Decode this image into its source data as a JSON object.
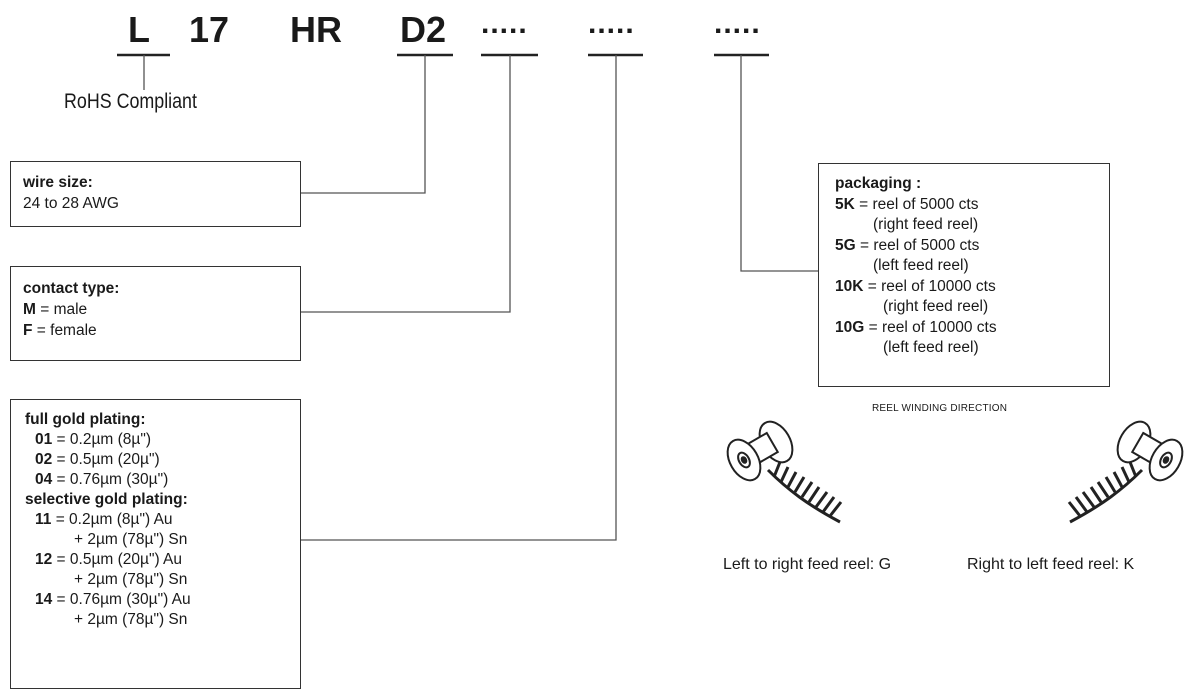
{
  "code": {
    "parts": [
      "L",
      "17",
      "HR",
      "D2",
      ".....",
      ".....",
      "....."
    ]
  },
  "rohs_label": "RoHS Compliant",
  "wire_size": {
    "title": "wire size:",
    "lines": [
      "24 to 28 AWG"
    ]
  },
  "contact_type": {
    "title": "contact type:",
    "lines": [
      {
        "code": "M",
        "text": " = male"
      },
      {
        "code": "F",
        "text": " = female"
      }
    ]
  },
  "plating": {
    "full_title": "full gold plating:",
    "full": [
      {
        "code": "01",
        "text": " = 0.2µm (8µ\")"
      },
      {
        "code": "02",
        "text": " = 0.5µm (20µ\")"
      },
      {
        "code": "04",
        "text": " = 0.76µm (30µ\")"
      }
    ],
    "selective_title": "selective gold plating:",
    "selective": [
      {
        "code": "11",
        "text": " = 0.2µm (8µ\") Au",
        "cont": "+ 2µm (78µ\") Sn"
      },
      {
        "code": "12",
        "text": " = 0.5µm (20µ\") Au",
        "cont": "+ 2µm (78µ\") Sn"
      },
      {
        "code": "14",
        "text": " = 0.76µm (30µ\") Au",
        "cont": "+ 2µm (78µ\") Sn"
      }
    ]
  },
  "packaging": {
    "title": "packaging :",
    "items": [
      {
        "code": "5K",
        "text": " = reel of 5000 cts",
        "cont": "(right feed reel)"
      },
      {
        "code": "5G",
        "text": " = reel of 5000 cts",
        "cont": "(left feed reel)"
      },
      {
        "code": "10K",
        "text": " = reel of 10000 cts",
        "cont": "(right feed reel)"
      },
      {
        "code": "10G",
        "text": " = reel of 10000 cts",
        "cont": "(left feed reel)"
      }
    ]
  },
  "reel_direction_label": "REEL WINDING DIRECTION",
  "reel_left_caption": "Left to right feed reel: G",
  "reel_right_caption": "Right to left feed reel: K",
  "colors": {
    "ink": "#1a1a1a",
    "line": "#555555"
  }
}
